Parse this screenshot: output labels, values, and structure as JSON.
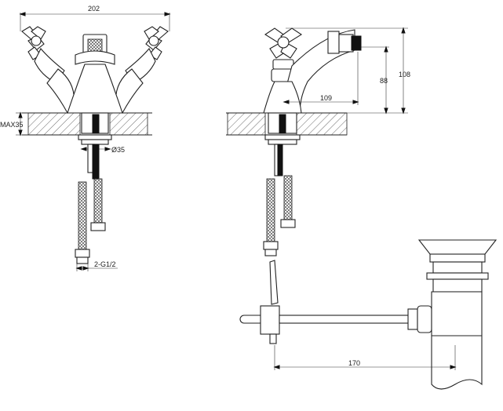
{
  "dimensions": {
    "front_width": "202",
    "max_deck": "MAX35",
    "hole_diameter": "Ø35",
    "connection": "2-G1/2",
    "spout_reach": "109",
    "spout_height": "88",
    "total_height": "108",
    "waste_length": "170"
  }
}
